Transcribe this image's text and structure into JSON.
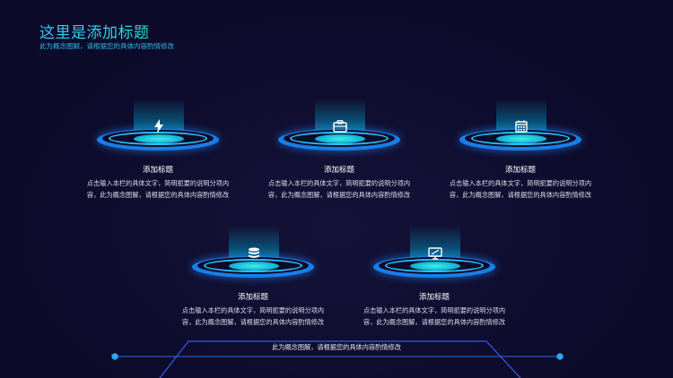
{
  "header": {
    "title": "这里是添加标题",
    "subtitle": "此为概念图解，请根据您的具体内容酌情修改"
  },
  "items": [
    {
      "icon": "lightning-icon",
      "title": "添加标题",
      "desc_line1": "点击输入本栏的具体文字，简明扼要的说明分项内",
      "desc_line2": "容，此为概念图解，请根据您的具体内容酌情修改"
    },
    {
      "icon": "briefcase-icon",
      "title": "添加标题",
      "desc_line1": "点击输入本栏的具体文字，简明扼要的说明分项内",
      "desc_line2": "容，此为概念图解，请根据您的具体内容酌情修改"
    },
    {
      "icon": "calendar-icon",
      "title": "添加标题",
      "desc_line1": "点击输入本栏的具体文字，简明扼要的说明分项内",
      "desc_line2": "容，此为概念图解，请根据您的具体内容酌情修改"
    },
    {
      "icon": "database-icon",
      "title": "添加标题",
      "desc_line1": "点击输入本栏的具体文字，简明扼要的说明分项内",
      "desc_line2": "容，此为概念图解，请根据您的具体内容酌情修改"
    },
    {
      "icon": "monitor-icon",
      "title": "添加标题",
      "desc_line1": "点击输入本栏的具体文字，简明扼要的说明分项内",
      "desc_line2": "容，此为概念图解，请根据您的具体内容酌情修改"
    }
  ],
  "footer": {
    "text": "此为概念图解，请根据您的具体内容酌情修改"
  },
  "colors": {
    "background": "#0d0b2a",
    "accent_cyan": "#24c6ff",
    "accent_blue": "#1a7ee8"
  }
}
